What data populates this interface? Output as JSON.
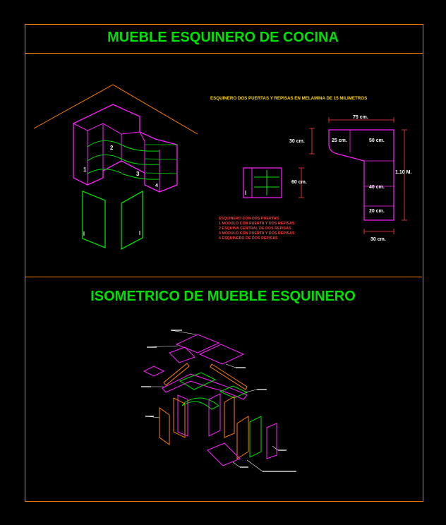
{
  "titles": {
    "top": "MUEBLE ESQUINERO DE COCINA",
    "bottom": "ISOMETRICO DE MUEBLE ESQUINERO"
  },
  "plan": {
    "subtitle": "ESQUINERO DOS PUERTAS Y REPISAS EN MELAMINA DE 15 MILIMETROS",
    "dim_75": "75 cm.",
    "dim_30_left": "30 cm.",
    "dim_25": "25 cm.",
    "dim_50": "50 cm.",
    "dim_60": "60 cm.",
    "dim_110": "1.10 M.",
    "dim_40": "40 cm.",
    "dim_20": "20 cm.",
    "dim_30_bottom": "30 cm."
  },
  "iso_numbers": [
    "1",
    "2",
    "3",
    "4"
  ],
  "legend": {
    "header": "ESQUINERO CON DOS PUERTAS",
    "items": [
      "1   MODULO CON PUERTA Y DOS REPISAS",
      "2   ESQUINA CENTRAL DE DOS REPISAS",
      "3   MODULO CON PUERTA Y DOS REPISAS",
      "4   ESQUINERO DE DOS REPISAS"
    ]
  },
  "colors": {
    "frame": "#ff7f00",
    "title": "#00e000",
    "magenta": "#ff20ff",
    "green": "#00e000",
    "yellow": "#ffd800",
    "orange": "#ff7f00",
    "red": "#ff4040",
    "white": "#ffffff"
  }
}
